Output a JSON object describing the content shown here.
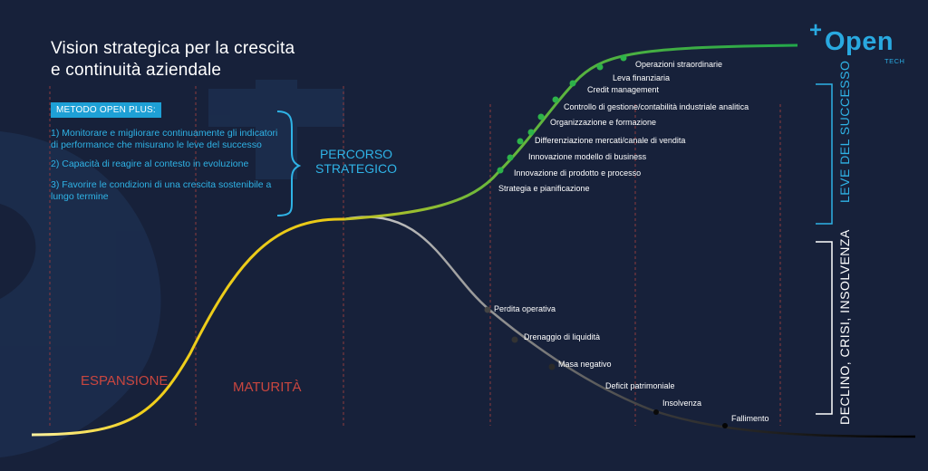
{
  "title": {
    "line1": "Vision strategica per la crescita",
    "line2": "e continuità aziendale"
  },
  "method": {
    "badge": "METODO OPEN PLUS:",
    "points": [
      "1) Monitorare e migliorare continuamente gli indicatori di performance che misurano le leve del successo",
      "2) Capacità di reagire al contesto in evoluzione",
      "3) Favorire le condizioni di una crescita sostenibile a lungo termine"
    ]
  },
  "percorso": {
    "line1": "PERCORSO",
    "line2": "STRATEGICO"
  },
  "phases": {
    "espansione": "ESPANSIONE",
    "maturita": "MATURITÀ"
  },
  "logo": {
    "plus": "+",
    "name": "Open",
    "sub": "TECH"
  },
  "side_labels": {
    "leve": "LEVE DEL SUCCESSO",
    "declino": "DECLINO, CRISI, INSOLVENZA"
  },
  "success_levers": [
    "Strategia e pianificazione",
    "Innovazione di prodotto e processo",
    "Innovazione modello di business",
    "Differenziazione mercati/canale di vendita",
    "Organizzazione e formazione",
    "Controllo di gestione/contabilità industriale analitica",
    "Credit management",
    "Leva finanziaria",
    "Operazioni straordinarie"
  ],
  "decline_steps": [
    "Perdita operativa",
    "Drenaggio di liquidità",
    "Masa negativo",
    "Deficit patrimoniale",
    "Insolvenza",
    "Fallimento"
  ],
  "colors": {
    "background": "#17213a",
    "accent_blue": "#2fb3e6",
    "growth_yellow": "#f1d21f",
    "success_green": "#2db34a",
    "decline_gray": "#9a9a9a",
    "phase_red": "#c9463f",
    "divider_red": "#8c3a3e"
  }
}
